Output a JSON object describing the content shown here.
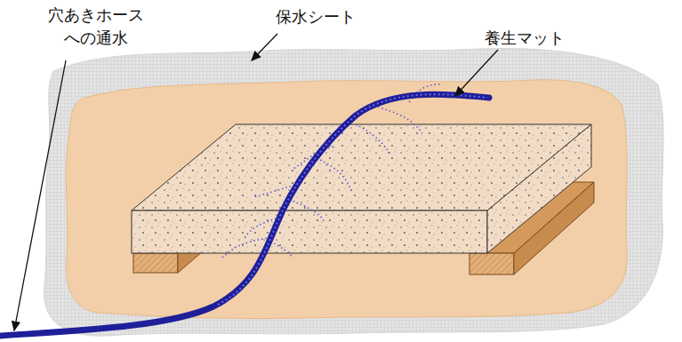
{
  "diagram": {
    "labels": [
      "穴あきホース への通水",
      "保水シート",
      "養生マット"
    ]
  }
}
